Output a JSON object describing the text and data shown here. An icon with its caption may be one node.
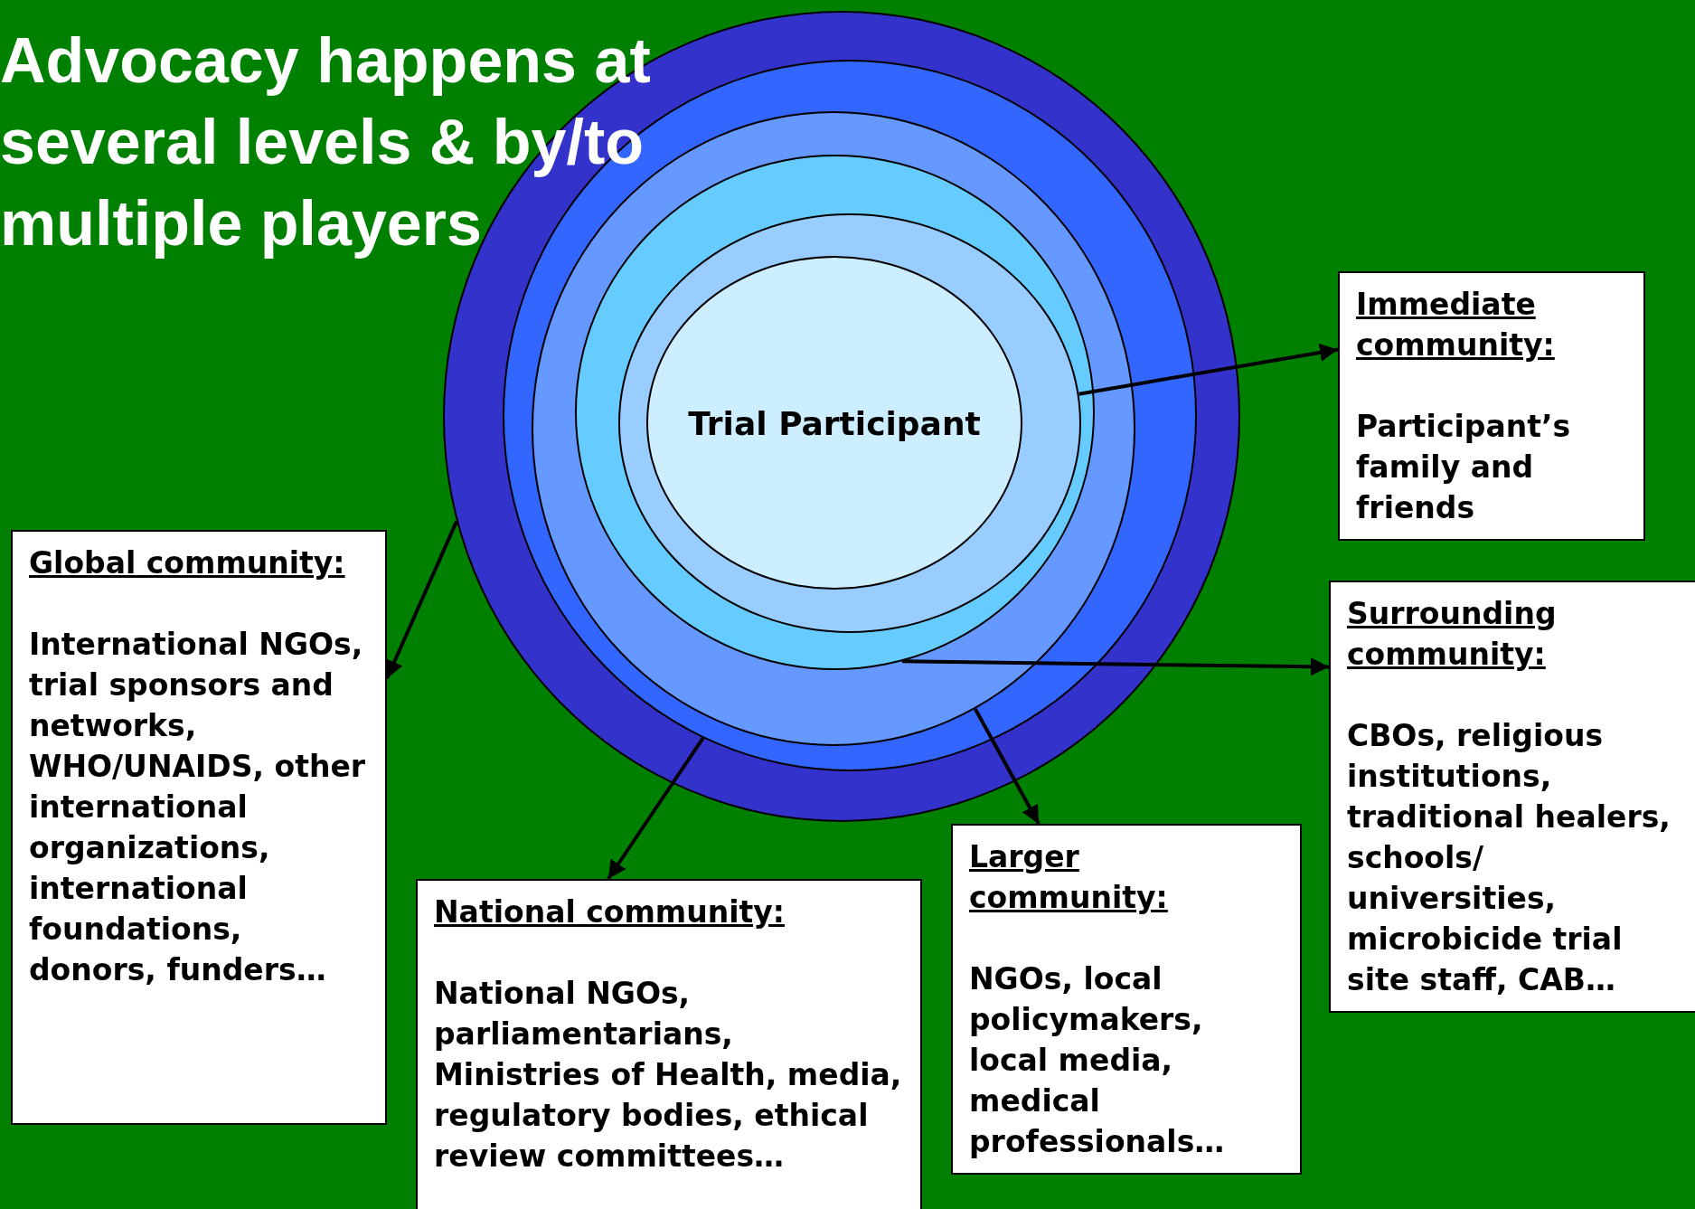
{
  "diagram": {
    "title": "Advocacy happens at several levels & by/to multiple players",
    "nodes": [
      {
        "text": [],
        "shape": "circle"
      },
      {
        "text": [],
        "shape": "circle",
        "in": 0
      },
      {
        "text": [],
        "shape": "circle",
        "in": 1
      },
      {
        "text": [],
        "shape": "circle",
        "in": 2
      },
      {
        "text": [],
        "shape": "circle",
        "in": 3
      },
      {
        "text": [
          "Trial Participant"
        ],
        "in": 4
      },
      {
        "text": [
          "Immediate community:",
          "Participant’s family and friends"
        ]
      },
      {
        "text": [
          "Global community:",
          "International NGOs, trial sponsors and networks, WHO/UNAIDS, other international organizations, international foundations, donors, funders…"
        ]
      },
      {
        "text": [
          "Surrounding community:",
          "CBOs, religious institutions, traditional healers, schools/ universities, microbicide trial site staff, CAB…"
        ]
      },
      {
        "text": [
          "Larger community:",
          "NGOs, local policymakers, local media, medical professionals…"
        ]
      },
      {
        "text": [
          "National community:",
          "National NGOs, parliamentarians, Ministries of Health, media, regulatory bodies, ethical review committees…"
        ]
      }
    ],
    "edges": [
      {
        "from": 4,
        "to": 6,
        "arrow": "to"
      },
      {
        "from": 3,
        "to": 8,
        "arrow": "to"
      },
      {
        "from": 2,
        "to": 9,
        "arrow": "to"
      },
      {
        "from": 1,
        "to": 10,
        "arrow": "to"
      },
      {
        "from": 0,
        "to": 7,
        "arrow": "to"
      }
    ]
  }
}
